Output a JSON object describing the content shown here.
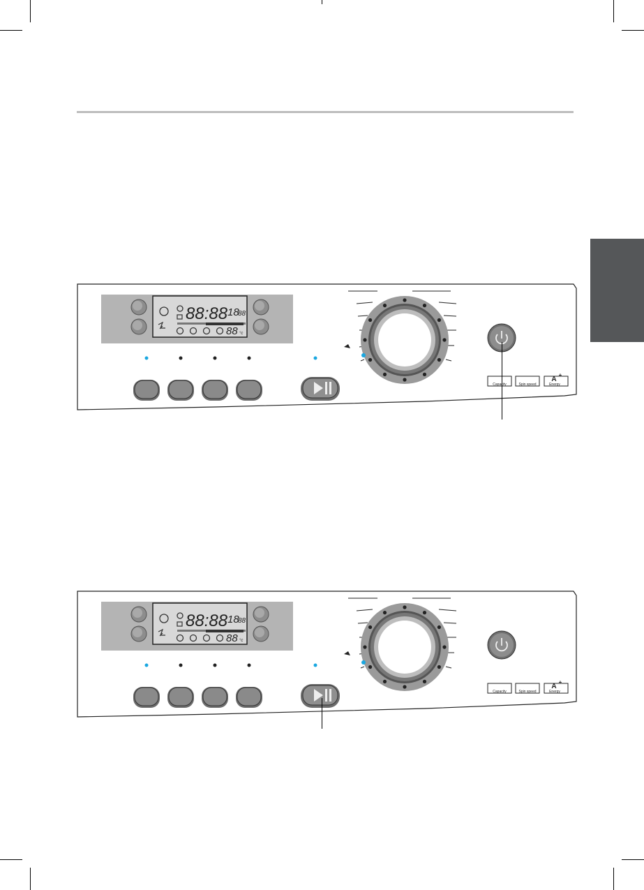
{
  "page": {
    "section_tab_color": "#555759",
    "rule_color": "#bdbdbd"
  },
  "panels": [
    {
      "id": "panel-top",
      "display": {
        "time": "88:88",
        "spin": "1888",
        "spin_main": "18",
        "spin_small": "88",
        "temp": "88",
        "temp_unit": "°c"
      },
      "option_leds": [
        "lit",
        "off",
        "off",
        "off"
      ],
      "start_led": "lit",
      "dial_led": "lit",
      "labels": {
        "capacity": "Capacity",
        "spin_speed": "Spin speed",
        "energy_class": "A",
        "energy_plus": "+",
        "energy": "Energy"
      },
      "highlight": "power"
    },
    {
      "id": "panel-bottom",
      "display": {
        "time": "88:88",
        "spin": "1888",
        "spin_main": "18",
        "spin_small": "88",
        "temp": "88",
        "temp_unit": "°c"
      },
      "option_leds": [
        "lit",
        "off",
        "off",
        "off"
      ],
      "start_led": "lit",
      "dial_led": "lit",
      "labels": {
        "capacity": "Capacity",
        "spin_speed": "Spin speed",
        "energy_class": "A",
        "energy_plus": "+",
        "energy": "Energy"
      },
      "highlight": "start-pause"
    }
  ],
  "colors": {
    "led_lit": "#1aa7e0",
    "led_off": "#222222",
    "display_bg": "#b4b4b4",
    "lcd_bg": "#d8d8d8",
    "dial_ring": "#9a9a9a",
    "button_face": "#8a8a8a"
  }
}
